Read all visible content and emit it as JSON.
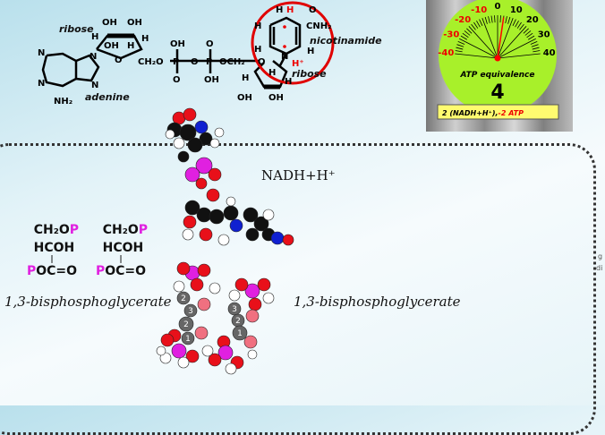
{
  "nad_structure": {
    "labels": {
      "ribose_left": "ribose",
      "adenine": "adenine",
      "nicotinamide": "nicotinamide",
      "ribose_right": "ribose"
    },
    "atoms": {
      "oh": "OH",
      "h": "H",
      "n": "N",
      "o": "O",
      "p": "P",
      "nh2": "NH₂",
      "ch2o": "CH₂O",
      "och2": "OCH₂",
      "conh2": "CNH₂",
      "hplus": "H⁺"
    }
  },
  "gauge": {
    "tick_labels": [
      "-40",
      "-30",
      "-20",
      "-10",
      "0",
      "10",
      "20",
      "30",
      "40"
    ],
    "title": "ATP equivalence",
    "value": "4",
    "needle_value": 4,
    "caption_black": "2 (NADH+H⁺),",
    "caption_red": "-2 ATP",
    "colors": {
      "dial": "#a8f02a",
      "needle": "#ff0000",
      "caption_bg": "#fffb70"
    }
  },
  "formulas": [
    {
      "line1_a": "CH₂O",
      "line1_p": "P",
      "line2": "HCOH",
      "line3_p": "P",
      "line3_b": "OC=O"
    },
    {
      "line1_a": "CH₂O",
      "line1_p": "P",
      "line2": "HCOH",
      "line3_p": "P",
      "line3_b": "OC=O"
    }
  ],
  "labels": {
    "nadh": "NADH+H⁺",
    "bpg_left": "1,3-bisphosphoglycerate",
    "bpg_right": "1,3-bisphosphoglycerate",
    "edge_1": "g",
    "edge_2": "di"
  },
  "model_atom_labels": [
    "2",
    "3",
    "2",
    "1",
    "3",
    "2",
    "1"
  ]
}
